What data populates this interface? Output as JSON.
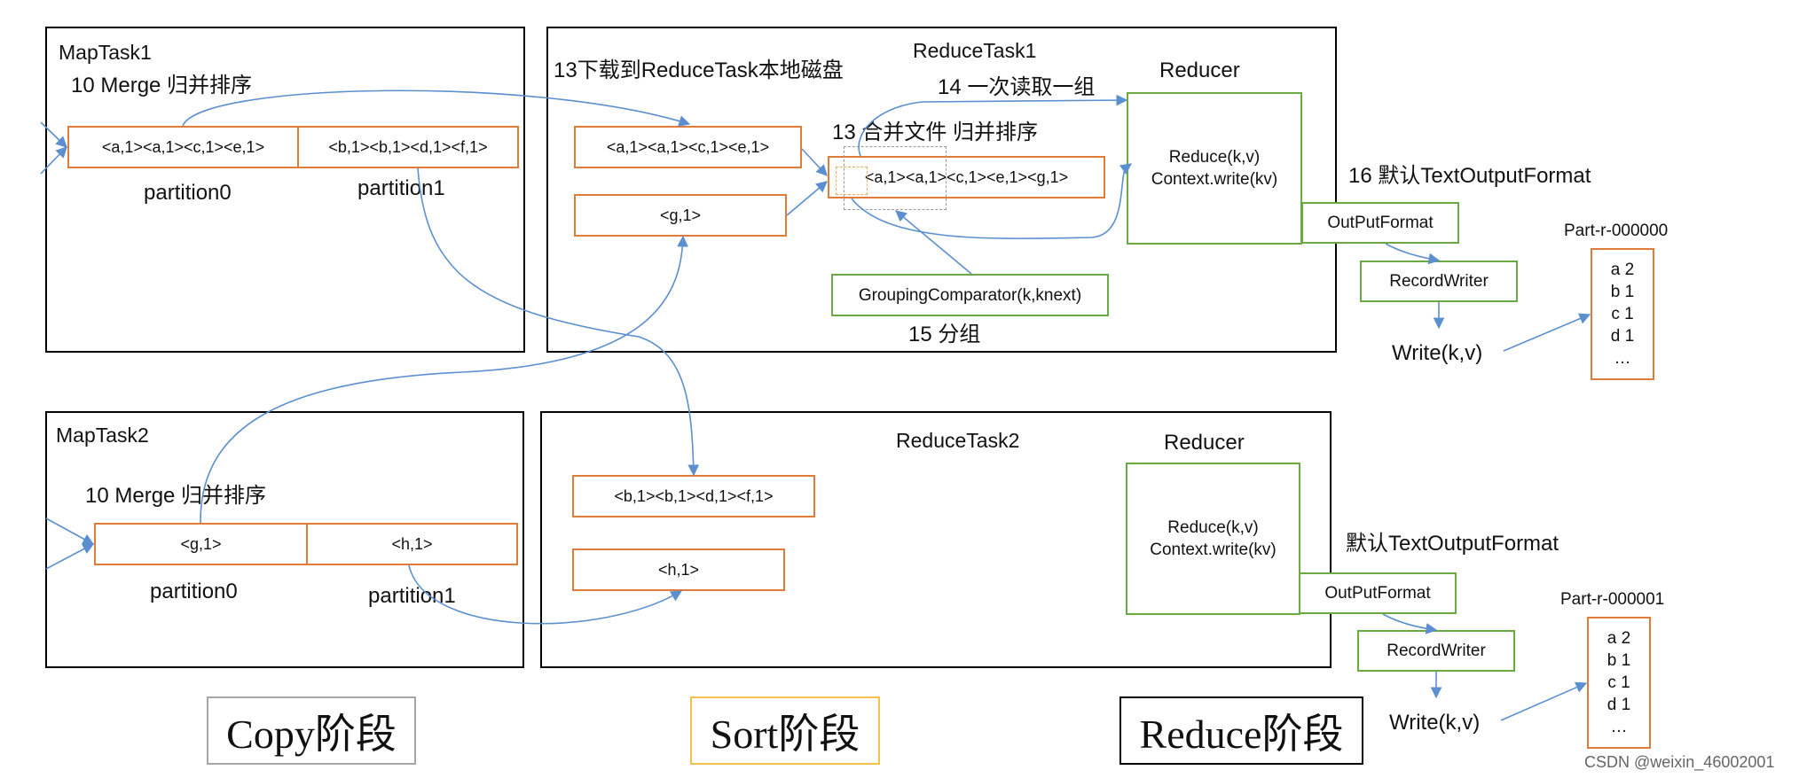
{
  "map_task1": {
    "title": "MapTask1",
    "merge_label": "10 Merge 归并排序",
    "partition0_content": "<a,1><a,1><c,1><e,1>",
    "partition1_content": "<b,1><b,1><d,1><f,1>",
    "partition0_label": "partition0",
    "partition1_label": "partition1"
  },
  "map_task2": {
    "title": "MapTask2",
    "merge_label": "10 Merge 归并排序",
    "partition0_content": "<g,1>",
    "partition1_content": "<h,1>",
    "partition0_label": "partition0",
    "partition1_label": "partition1"
  },
  "reduce_task1": {
    "title": "ReduceTask1",
    "download_label": "13下载到ReduceTask本地磁盘",
    "read_group_label": "14 一次读取一组",
    "merge_file_label": "13 合并文件 归并排序",
    "file1": "<a,1><a,1><c,1><e,1>",
    "file2": "<g,1>",
    "merged": "<a,1><a,1><c,1><e,1><g,1>",
    "grouping_comparator": "GroupingComparator(k,knext)",
    "group_label": "15 分组",
    "reducer_title": "Reducer",
    "reducer_line1": "Reduce(k,v)",
    "reducer_line2": "Context.write(kv)"
  },
  "reduce_task2": {
    "title": "ReduceTask2",
    "file1": "<b,1><b,1><d,1><f,1>",
    "file2": "<h,1>",
    "reducer_title": "Reducer",
    "reducer_line1": "Reduce(k,v)",
    "reducer_line2": "Context.write(kv)"
  },
  "output1": {
    "format_label": "16 默认TextOutputFormat",
    "output_format": "OutPutFormat",
    "record_writer": "RecordWriter",
    "write": "Write(k,v)",
    "file_name": "Part-r-000000",
    "lines": [
      "a 2",
      "b 1",
      "c 1",
      "d 1",
      "…"
    ]
  },
  "output2": {
    "format_label": "默认TextOutputFormat",
    "output_format": "OutPutFormat",
    "record_writer": "RecordWriter",
    "write": "Write(k,v)",
    "file_name": "Part-r-000001",
    "lines": [
      "a 2",
      "b 1",
      "c 1",
      "d 1",
      "…"
    ]
  },
  "stages": {
    "copy": "Copy阶段",
    "sort": "Sort阶段",
    "reduce": "Reduce阶段"
  },
  "watermark": "CSDN @weixin_46002001",
  "colors": {
    "partition_border": "#e07b39",
    "component_border": "#6aaa40",
    "arrow": "#5b8fd0",
    "copy_stage_border": "#a6a6a6",
    "sort_stage_border": "#f2c14e",
    "reduce_stage_border": "#000000"
  }
}
